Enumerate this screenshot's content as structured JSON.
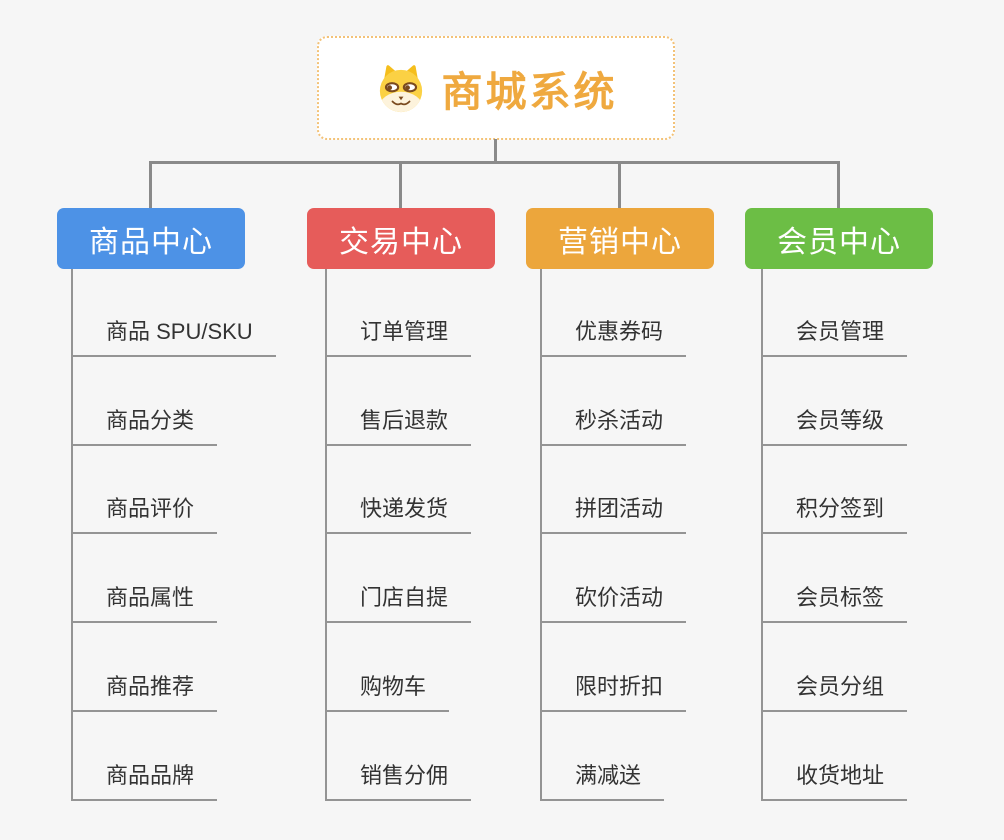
{
  "root": {
    "title": "商城系统",
    "icon": "doge-face-icon",
    "accent_color": "#EFA93F",
    "border_color": "#F3C278"
  },
  "branches": [
    {
      "id": "product-center",
      "label": "商品中心",
      "color": "#4D92E6",
      "items": [
        "商品 SPU/SKU",
        "商品分类",
        "商品评价",
        "商品属性",
        "商品推荐",
        "商品品牌"
      ]
    },
    {
      "id": "trade-center",
      "label": "交易中心",
      "color": "#E65C5A",
      "items": [
        "订单管理",
        "售后退款",
        "快递发货",
        "门店自提",
        "购物车",
        "销售分佣"
      ]
    },
    {
      "id": "marketing-center",
      "label": "营销中心",
      "color": "#ECA63C",
      "items": [
        "优惠券码",
        "秒杀活动",
        "拼团活动",
        "砍价活动",
        "限时折扣",
        "满减送"
      ]
    },
    {
      "id": "member-center",
      "label": "会员中心",
      "color": "#6CBE45",
      "items": [
        "会员管理",
        "会员等级",
        "积分签到",
        "会员标签",
        "会员分组",
        "收货地址"
      ]
    }
  ],
  "colors": {
    "background": "#F6F6F6",
    "connector": "#8A8A8A",
    "leaf_line": "#949494",
    "leaf_text": "#333333"
  }
}
